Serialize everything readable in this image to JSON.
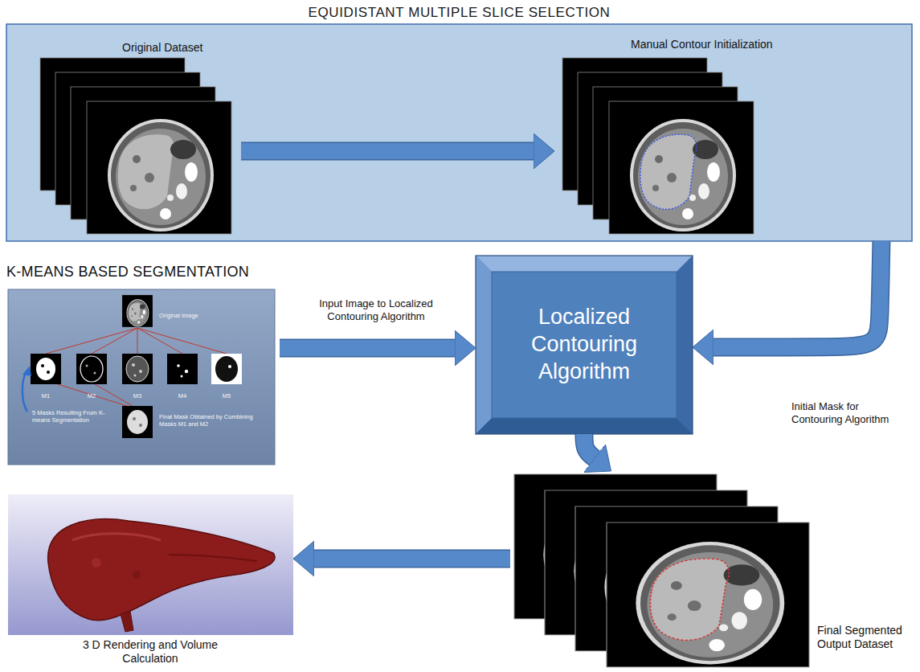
{
  "diagram": {
    "nodes": [
      {
        "text": [
          "EQUIDISTANT MULTIPLE SLICE SELECTION"
        ]
      },
      {
        "text": [
          "Original Dataset"
        ],
        "in": 0
      },
      {
        "text": [
          "Manual Contour Initialization"
        ],
        "in": 0
      },
      {
        "text": [
          "K-MEANS BASED SEGMENTATION"
        ]
      },
      {
        "text": [
          "Localized Contouring Algorithm"
        ]
      },
      {
        "text": [
          "Final Segmented Output Dataset"
        ]
      },
      {
        "text": [
          "3 D Rendering and Volume Calculation"
        ]
      }
    ],
    "edges": [
      {
        "from": 1,
        "to": 2,
        "arrow": "to"
      },
      {
        "from": 0,
        "to": 4,
        "arrow": "to",
        "label": "Initial Mask for Contouring Algorithm"
      },
      {
        "from": 3,
        "to": 4,
        "arrow": "to",
        "label": "Input Image to Localized Contouring Algorithm"
      },
      {
        "from": 4,
        "to": 5,
        "arrow": "to"
      },
      {
        "from": 5,
        "to": 6,
        "arrow": "to"
      }
    ],
    "labels": [
      "Original Image",
      "M1",
      "M2",
      "M3",
      "M4",
      "M5",
      "5 Masks Resulting From K-means Segmentation",
      "Final Mask Obtained by Combining Masks M1 and M2"
    ]
  }
}
